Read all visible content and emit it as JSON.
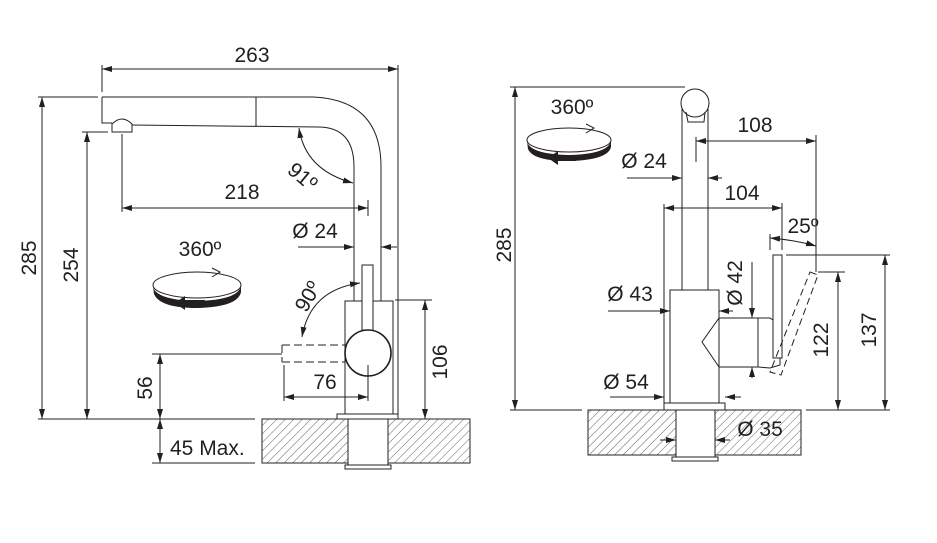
{
  "colors": {
    "line": "#231f20",
    "background": "#ffffff"
  },
  "front_view": {
    "width_total": "263",
    "height_total": "285",
    "spout_height": "254",
    "reach": "218",
    "spout_angle": "91º",
    "spout_diameter": "Ø 24",
    "swivel": "360º",
    "lever_angle": "90º",
    "lever_height": "56",
    "lever_reach": "76",
    "body_height": "106",
    "counter_thickness": "45 Max."
  },
  "side_view": {
    "height_total": "285",
    "swivel": "360º",
    "handle_reach": "108",
    "spout_diameter": "Ø 24",
    "lever_reach": "104",
    "lever_angle": "25º",
    "hub_diameter": "Ø 42",
    "body_diameter": "Ø 43",
    "base_diameter": "Ø 54",
    "shank_diameter": "Ø 35",
    "lever_height_low": "122",
    "lever_height_high": "137"
  }
}
